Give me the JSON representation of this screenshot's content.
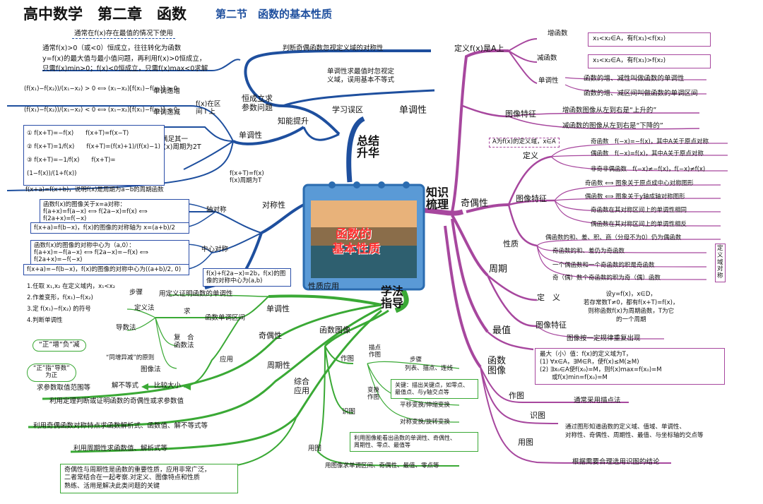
{
  "header": {
    "title": "高中数学　第二章　函数",
    "section": "第二节　函数的基本性质",
    "note": "通常在f(x)存在最值的情况下使用"
  },
  "center": {
    "title_line1": "函数的",
    "title_line2": "基本性质"
  },
  "colors": {
    "blue": "#1e4f9e",
    "purple": "#a7479e",
    "green": "#3aa935",
    "title_red": "#e03030"
  },
  "main_branches": {
    "summary": [
      "总结",
      "升华"
    ],
    "knowledge": [
      "知识",
      "梳理"
    ],
    "method": [
      "学法",
      "指导"
    ]
  },
  "summary": {
    "errors": "学习误区",
    "improve": "知能提升",
    "error_items": [
      "判断奇偶函数忽视定义域的对称性",
      "单调性求最值时忽视定",
      "义域，误用基本不等式"
    ],
    "constant_problem": [
      "恒成立求",
      "参数问题"
    ],
    "constant_text": [
      "通常f(x)>0（或<0）恒成立，往往转化为函数",
      "y=f(x)的最大值与最小值问题，再利用f(x)>0恒成立，",
      "只需f(x)min>0；f(x)<0恒成立，只需f(x)max<0求解"
    ],
    "mono": "单调性",
    "mono_inc": "单调递增",
    "mono_dec": "单调递减",
    "mono_inc_formula": "(f(x₁)−f(x₂))/(x₁−x₂) > 0 ⟺ (x₁−x₂)[f(x₁)−f(x₂)] > 0",
    "mono_dec_formula": "(f(x₁)−f(x₂))/(x₁−x₂) < 0 ⟺ (x₁−x₂)[f(x₁)−f(x₂)] < 0",
    "mono_interval": [
      "f(x)在区",
      "间 I 上"
    ],
    "period_cond": [
      "满足其一",
      "f(x)周期为2T"
    ],
    "period_box": [
      "① f(x+T)=−f(x)　　f(x+T)=f(x−T)",
      "② f(x+T)=1/f(x)　　f(x+T)=(f(x)+1)/(f(x)−1)",
      "③ f(x+T)=−1/f(x)　　f(x+T)=(1−f(x))/(1+f(x))"
    ],
    "period_T": [
      "f(x+T)=f(x)",
      "f(x)周期为T"
    ],
    "period_ab": "f(x+a)=f(x+b)，说明f(x)是周期为a−b的周期函数",
    "symmetry": "对称性",
    "axis_sym": "轴对称",
    "center_sym": "中心对称",
    "axis_box1": [
      "函数f(x)的图像关于x=a对称：",
      "f(a+x)=f(a−x) ⟺ f(2a−x)=f(x) ⟺ f(2a+x)=f(−x)"
    ],
    "axis_box2": "f(x+a)=f(b−x)，f(x)的图像的对称轴为 x=(a+b)/2",
    "center_box1": [
      "函数f(x)的图像的对称中心为（a,0）：",
      "f(a+x)=−f(a−x) ⟺ f(2a−x)=−f(x) ⟺ f(2a+x)=−f(−x)"
    ],
    "center_box2": "f(x+a)=−f(b−x)，f(x)的图像的对称中心为((a+b)/2, 0)",
    "center_box3": [
      "f(x)+f(2a−x)=2b，f(x)的图",
      "像的对称中心为(a,b)"
    ]
  },
  "knowledge": {
    "mono": "单调性",
    "def": "定义f(x)是A上",
    "inc": "增函数",
    "dec": "减函数",
    "inc_def": "x₁<x₂∈A，有f(x₁)<f(x₂)",
    "dec_def": "x₁<x₂∈A，有f(x₁)>f(x₂)",
    "monotone": "单调性",
    "monotone_items": [
      "函数的增、减性叫做函数的单调性",
      "函数的增、减区间叫做函数的单调区间"
    ],
    "image_feat": "图像特征",
    "image_items": [
      "增函数图像从左到右是“上升的”",
      "减函数的图像从左到右是“下降的”"
    ],
    "parity": "奇偶性",
    "parity_note": "A为f(x)的定义域，x∈A",
    "parity_def": "定义",
    "parity_items": [
      "奇函数　f(−x)=−f(x)，其中A关于原点对称",
      "偶函数　f(−x)=f(x)，其中A关于原点对称",
      "非奇非偶函数　f(−x)≠−f(x)，f(−x)≠f(x)"
    ],
    "parity_image": "图像特征",
    "parity_image_items": [
      "奇函数 ⟺ 图象关于原点成中心对称图形",
      "偶函数 ⟺ 图象关于y轴成轴对称图形",
      "奇函数在其对称区间上的单调性相同",
      "偶函数在其对称区间上的单调性相反"
    ],
    "nature": "性质",
    "nature_items": [
      "偶函数的和、差、积、商（分母不为0）仍为偶函数",
      "奇函数的和、差仍为奇函数",
      "一个偶函数和一个奇函数的积是奇函数",
      "奇（偶）数个奇函数的积为奇（偶）函数"
    ],
    "domain_sym": [
      "定",
      "义",
      "域",
      "对",
      "称"
    ],
    "period": "周期",
    "period_def": "定　义",
    "period_def_text": [
      "设y=f(x)，x∈D，",
      "若存常数T≠0，都有f(x+T)=f(x)，",
      "则称函数f(x)为周期函数，T为它",
      "的一个周期"
    ],
    "period_image": "图像特征",
    "period_image_text": "图像按一定规律重复出现",
    "extreme": "最值",
    "extreme_text": [
      "最大（小）值：f(x)的定义域为T，",
      "(1) ∀x∈A，∃M∈R，使f(x)≤M(≥M)",
      "(2) ∃x₀∈A使f(x₀)=M，则f(x)max=f(x₀)=M",
      "　　或f(x)min=f(x₀)=M"
    ],
    "func_image": [
      "函数",
      "图像"
    ],
    "draw": "作图",
    "draw_text": "通常采用描点法",
    "read": "识图",
    "read_text": [
      "通过图形知道函数的定义域、值域、单调性、",
      "对称性、奇偶性、周期性、最值、与坐标轴的交点等"
    ],
    "use": "用图",
    "use_text": "根据需要合理选用识图的结论"
  },
  "method": {
    "property_use": "性质应用",
    "mono": "单调性",
    "steps": "步骤",
    "step_items": [
      "1.任取 x₁,x₂ 在定义域内，x₁<x₂",
      "2.作差变形，f(x₁)−f(x₂)",
      "3.定 f(x₁)−f(x₂) 的符号",
      "4.判断单调性"
    ],
    "prove_mono": "用定义证明函数的单调性",
    "def_method": "定义法",
    "derivative": "导数法",
    "seek": "求",
    "mono_interval": "函数单调区间",
    "compound": [
      "复　合",
      "函数法"
    ],
    "same_inc": "“同增异减”的原则",
    "image_method": "图像法",
    "apply": "应用",
    "pos_neg": [
      "“正”增“负”减"
    ],
    "pos_deriv": [
      "“正”指“导数”",
      "为正"
    ],
    "ineq": "解不等式",
    "compare": "比较大小",
    "param": "求参数取值范围等",
    "parity": "奇偶性",
    "parity_use": "利用定理判断或证明函数的奇偶性或求参数值",
    "periodic": "周期性",
    "sym_use": "利用奇偶函数对称特点求函数解析式、函数值、解不等式等",
    "comp_app": [
      "综合",
      "应用"
    ],
    "period_use": "利用周期性求函数值、解析式等",
    "summary_box": [
      "奇偶性与周期性是函数的重要性质，应用非常广泛，",
      "二者常结合在一起考察.对定义、图像特点和性质",
      "熟练、活用是解决此类问题的关键"
    ],
    "func_image": "函数图像",
    "draw": "作图",
    "trace": [
      "描点",
      "作图"
    ],
    "trace_step": "步骤",
    "trace_step_text": "列表、描点、连线",
    "trace_key": [
      "关键：描出关键点，如零点、",
      "最值点、与y轴交点等"
    ],
    "transform": [
      "变换",
      "作图"
    ],
    "transform_items": [
      "平移变换/伸缩变换",
      "对称变换/旋转变换"
    ],
    "read": "识图",
    "read_box": [
      "利用图像能看出函数的单调性、奇偶性、",
      "周期性、零点、最值等"
    ],
    "use": "用图",
    "use_text": "用图像求单调区间、奇偶性、最值、零点等"
  }
}
